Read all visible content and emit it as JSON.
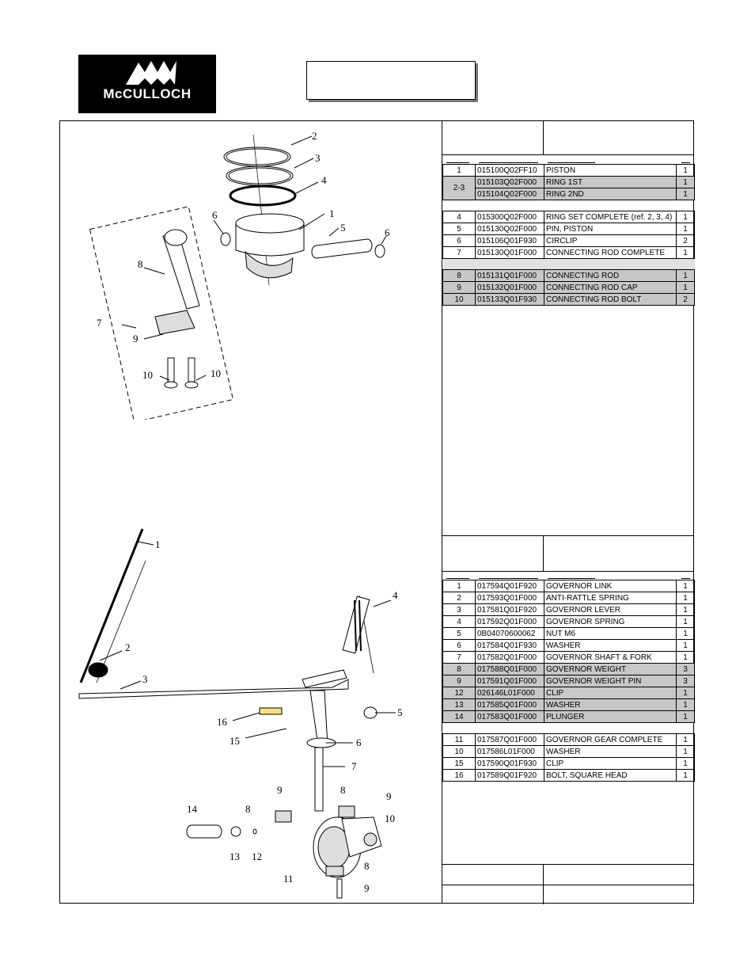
{
  "brand": {
    "logo_text": "McCULLOCH"
  },
  "piston_section": {
    "callouts": [
      "2",
      "3",
      "4",
      "1",
      "6",
      "5",
      "6",
      "8",
      "7",
      "9",
      "10",
      "10"
    ],
    "rows": [
      {
        "ref": "1",
        "part": "015100Q02FF10",
        "desc": "PISTON",
        "qty": "1",
        "shade": false
      },
      {
        "ref": "2-3",
        "part": "015103Q02F000",
        "desc": "RING 1ST",
        "qty": "1",
        "shade": true
      },
      {
        "ref": "",
        "part": "015104Q02F000",
        "desc": "RING 2ND",
        "qty": "1",
        "shade": true
      },
      {
        "ref": "4",
        "part": "015300Q02F000",
        "desc": "RING SET COMPLETE (ref. 2, 3, 4)",
        "qty": "1",
        "shade": false
      },
      {
        "ref": "5",
        "part": "015130Q02F000",
        "desc": "PIN, PISTON",
        "qty": "1",
        "shade": false
      },
      {
        "ref": "6",
        "part": "015106Q01F930",
        "desc": "CIRCLIP",
        "qty": "2",
        "shade": false
      },
      {
        "ref": "7",
        "part": "015130Q01F000",
        "desc": "CONNECTING ROD COMPLETE",
        "qty": "1",
        "shade": false
      },
      {
        "ref": "8",
        "part": "015131Q01F000",
        "desc": "CONNECTING ROD",
        "qty": "1",
        "shade": true
      },
      {
        "ref": "9",
        "part": "015132Q01F000",
        "desc": "CONNECTING ROD   CAP",
        "qty": "1",
        "shade": true
      },
      {
        "ref": "10",
        "part": "015133Q01F930",
        "desc": "CONNECTING ROD  BOLT",
        "qty": "2",
        "shade": true
      }
    ]
  },
  "governor_section": {
    "callouts": [
      "1",
      "2",
      "3",
      "4",
      "5",
      "16",
      "15",
      "6",
      "7",
      "9",
      "8",
      "8",
      "9",
      "14",
      "13",
      "12",
      "11",
      "10",
      "8",
      "9"
    ],
    "rows": [
      {
        "ref": "1",
        "part": "017594Q01F920",
        "desc": "GOVERNOR LINK",
        "qty": "1",
        "shade": false
      },
      {
        "ref": "2",
        "part": "017593Q01F000",
        "desc": "ANTI-RATTLE SPRING",
        "qty": "1",
        "shade": false
      },
      {
        "ref": "3",
        "part": "017581Q01F920",
        "desc": "GOVERNOR LEVER",
        "qty": "1",
        "shade": false
      },
      {
        "ref": "4",
        "part": "017592Q01F000",
        "desc": "GOVERNOR SPRING",
        "qty": "1",
        "shade": false
      },
      {
        "ref": "5",
        "part": "0B04070600062",
        "desc": "NUT M6",
        "qty": "1",
        "shade": false
      },
      {
        "ref": "6",
        "part": "017584Q01F930",
        "desc": "WASHER",
        "qty": "1",
        "shade": false
      },
      {
        "ref": "7",
        "part": "017582Q01F000",
        "desc": "GOVERNOR SHAFT & FORK",
        "qty": "1",
        "shade": false
      },
      {
        "ref": "8",
        "part": "017588Q01F000",
        "desc": "GOVERNOR WEIGHT",
        "qty": "3",
        "shade": true
      },
      {
        "ref": "9",
        "part": "017591Q01F000",
        "desc": "GOVERNOR WEIGHT PIN",
        "qty": "3",
        "shade": true
      },
      {
        "ref": "12",
        "part": "026146L01F000",
        "desc": "CLIP",
        "qty": "1",
        "shade": true
      },
      {
        "ref": "13",
        "part": "017585Q01F000",
        "desc": "WASHER",
        "qty": "1",
        "shade": true
      },
      {
        "ref": "14",
        "part": "017583Q01F000",
        "desc": "PLUNGER",
        "qty": "1",
        "shade": true
      },
      {
        "ref": "11",
        "part": "017587Q01F000",
        "desc": "GOVERNOR GEAR COMPLETE",
        "qty": "1",
        "shade": false
      },
      {
        "ref": "10",
        "part": "017586L01F000",
        "desc": "WASHER",
        "qty": "1",
        "shade": false
      },
      {
        "ref": "15",
        "part": "017590Q01F930",
        "desc": "CLIP",
        "qty": "1",
        "shade": false
      },
      {
        "ref": "16",
        "part": "017589Q01F920",
        "desc": "BOLT, SQUARE HEAD",
        "qty": "1",
        "shade": false
      }
    ]
  }
}
